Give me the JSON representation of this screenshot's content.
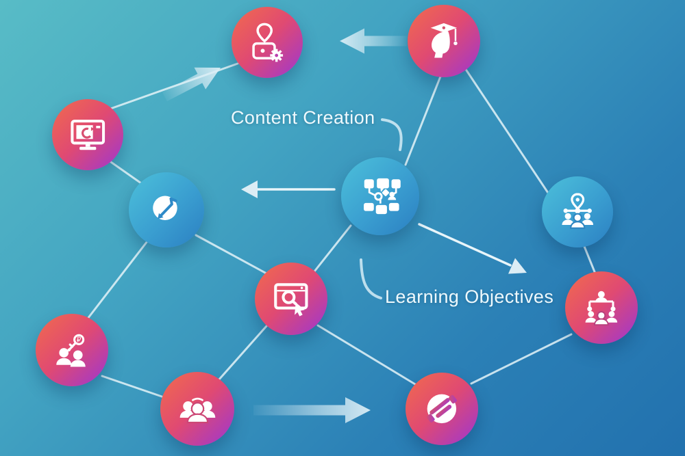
{
  "background": {
    "top_left_color": "#58bcc6",
    "bottom_right_color": "#2271ae"
  },
  "palette": {
    "warm_node_start": "#f0694f",
    "warm_node_mid": "#e04a72",
    "warm_node_end": "#9c36d2",
    "cool_node_start": "#4cc0da",
    "cool_node_end": "#2b7fc2",
    "connector_line": "#e4f3f8",
    "arrow_fill": "#dbeef6",
    "label_text": "#eef9fd"
  },
  "labels": {
    "content_creation": "Content Creation",
    "learning_objectives": "Learning Objectives"
  },
  "nodes": [
    {
      "id": "content-tools",
      "icon": "location-gear-icon",
      "palette": "warm"
    },
    {
      "id": "graduate",
      "icon": "graduate-head-icon",
      "palette": "warm"
    },
    {
      "id": "screen-sync",
      "icon": "monitor-refresh-icon",
      "palette": "warm"
    },
    {
      "id": "progress-check",
      "icon": "trend-check-icon",
      "palette": "cool"
    },
    {
      "id": "content-hub",
      "icon": "flowchart-icon",
      "palette": "cool"
    },
    {
      "id": "local-group",
      "icon": "map-pin-people-icon",
      "palette": "cool"
    },
    {
      "id": "web-search",
      "icon": "browser-search-icon",
      "palette": "warm"
    },
    {
      "id": "team-structure",
      "icon": "team-hierarchy-icon",
      "palette": "warm"
    },
    {
      "id": "partner-access",
      "icon": "people-key-icon",
      "palette": "warm"
    },
    {
      "id": "audience",
      "icon": "people-group-icon",
      "palette": "warm"
    },
    {
      "id": "partnership",
      "icon": "handshake-icon",
      "palette": "warm"
    }
  ],
  "connections": [
    {
      "from": "screen-sync",
      "to": "content-tools",
      "type": "line"
    },
    {
      "from": "screen-sync",
      "to": "progress-check",
      "type": "line"
    },
    {
      "from": "progress-check",
      "to": "partner-access",
      "type": "line"
    },
    {
      "from": "progress-check",
      "to": "web-search",
      "type": "line"
    },
    {
      "from": "content-hub",
      "to": "graduate",
      "type": "line"
    },
    {
      "from": "graduate",
      "to": "local-group",
      "type": "line"
    },
    {
      "from": "local-group",
      "to": "team-structure",
      "type": "line"
    },
    {
      "from": "content-hub",
      "to": "web-search",
      "type": "line"
    },
    {
      "from": "web-search",
      "to": "audience",
      "type": "line"
    },
    {
      "from": "web-search",
      "to": "partnership",
      "type": "line"
    },
    {
      "from": "partnership",
      "to": "team-structure",
      "type": "line"
    },
    {
      "from": "partner-access",
      "to": "audience",
      "type": "line"
    },
    {
      "from": "graduate",
      "to": "content-tools",
      "type": "thick-fade-arrow",
      "direction": "left"
    },
    {
      "from": "screen-sync",
      "to": "content-tools",
      "type": "thick-fade-arrow",
      "direction": "up-right"
    },
    {
      "from": "content-hub",
      "to": "progress-check",
      "type": "line-arrow",
      "direction": "left"
    },
    {
      "from": "content-hub",
      "to": "team-structure",
      "type": "line-arrow",
      "direction": "down-right"
    },
    {
      "from": "audience",
      "to": "partnership",
      "type": "thick-fade-arrow",
      "direction": "right"
    },
    {
      "from": "content-creation-label",
      "to": "content-hub",
      "type": "curved-callout"
    },
    {
      "from": "content-hub",
      "to": "learning-objectives-label",
      "type": "curved-callout"
    }
  ]
}
